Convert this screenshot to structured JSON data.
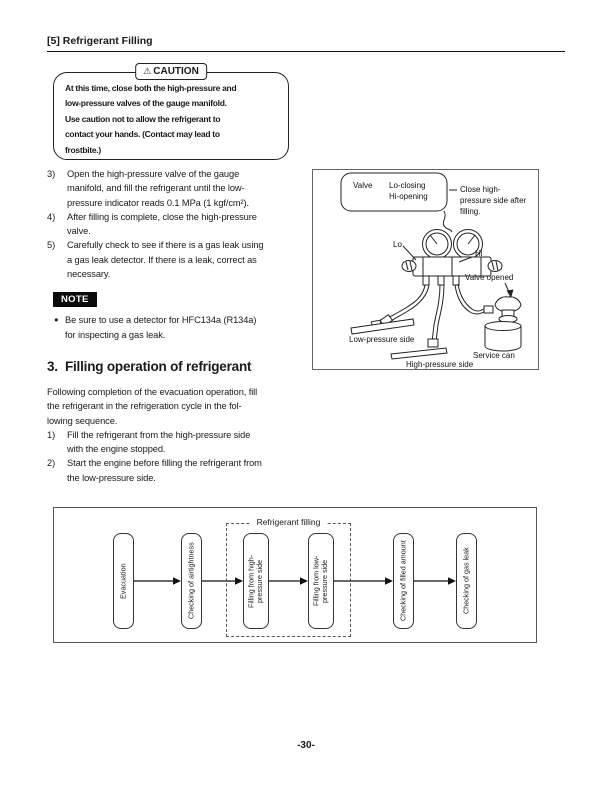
{
  "ink_color": "#1a1a1a",
  "page": {
    "header": "[5] Refrigerant Filling",
    "page_number": "-30-"
  },
  "caution": {
    "warning_icon": "⚠",
    "badge": "CAUTION",
    "lines": [
      "At this time, close both the high-pressure and",
      "low-pressure valves of the gauge manifold.",
      "Use caution not to allow the refrigerant to",
      "contact your hands. (Contact may lead to",
      "frostbite.)"
    ]
  },
  "steps": [
    {
      "num": "3)",
      "lines": [
        "Open the high-pressure valve of the gauge",
        "manifold, and fill the refrigerant until the low-",
        "pressure indicator reads 0.1 MPa (1 kgf/cm²)."
      ]
    },
    {
      "num": "4)",
      "lines": [
        "After filling is complete, close the high-pressure",
        "valve."
      ]
    },
    {
      "num": "5)",
      "lines": [
        "Carefully check to see if there is a gas leak using",
        "a gas leak detector. If there is a leak, correct as",
        "necessary."
      ]
    }
  ],
  "note": {
    "badge": "NOTE",
    "bullet_icon": "●",
    "lines": [
      "Be sure to use a detector for HFC134a (R134a)",
      "for inspecting a gas leak."
    ]
  },
  "section": {
    "title": "3.  Filling operation of refrigerant",
    "intro_lines": [
      "Following completion of the evacuation operation, fill",
      "the refrigerant in the refrigeration cycle in the fol-",
      "lowing sequence."
    ],
    "steps": [
      {
        "num": "1)",
        "lines": [
          "Fill the refrigerant from the high-pressure side",
          "with the engine stopped."
        ]
      },
      {
        "num": "2)",
        "lines": [
          "Start the engine before filling the refrigerant from",
          "the low-pressure side."
        ]
      }
    ]
  },
  "diagram": {
    "valve_note": {
      "title": "Valve",
      "lines": [
        "Lo-closing",
        "Hi-opening"
      ]
    },
    "close_label_lines": [
      "Close high-",
      "pressure side after",
      "filling."
    ],
    "lo_label": "Lo",
    "hi_label": "Hi",
    "valve_opened_label": "Valve opened",
    "low_pressure_label": "Low-pressure side",
    "high_pressure_label": "High-pressure side",
    "service_can_label": "Service can"
  },
  "flowchart": {
    "group_label": "Refrigerant filling",
    "boxes": [
      "Evacuation",
      "Checking of airtightness",
      "Filling from high-\npressure side",
      "Filling from low-\npressure side",
      "Checking of filled amount",
      "Checking of gas leak"
    ]
  }
}
